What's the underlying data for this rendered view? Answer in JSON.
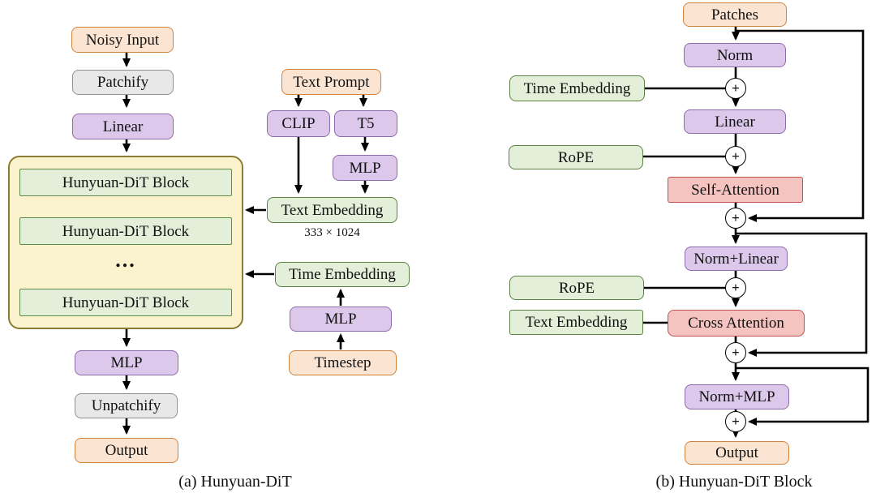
{
  "figure": {
    "caption_a": "(a) Hunyuan-DiT",
    "caption_b": "(b) Hunyuan-DiT Block"
  },
  "symbols": {
    "plus": "+",
    "dots": "..."
  },
  "colors": {
    "orange_fill": "#FBE5D2",
    "orange_border": "#D2823F",
    "gray_fill": "#E8E8E8",
    "gray_border": "#909090",
    "purple_fill": "#DCC8EA",
    "purple_border": "#8E6BAC",
    "green_fill": "#E3EFD9",
    "green_border": "#5B8144",
    "yellow_fill": "#FBF2CE",
    "yellow_border": "#8B7D34",
    "red_fill": "#F5C4C1",
    "red_border": "#C5504B",
    "line": "#000000"
  },
  "panel_a": {
    "noisy_input": "Noisy Input",
    "patchify": "Patchify",
    "linear": "Linear",
    "block": "Hunyuan-DiT Block",
    "mlp_out": "MLP",
    "unpatchify": "Unpatchify",
    "output": "Output",
    "text_prompt": "Text Prompt",
    "clip": "CLIP",
    "t5": "T5",
    "mlp_text": "MLP",
    "text_embedding": "Text Embedding",
    "text_embedding_dims": "333 × 1024",
    "time_embedding": "Time Embedding",
    "mlp_time": "MLP",
    "timestep": "Timestep"
  },
  "panel_b": {
    "patches": "Patches",
    "norm": "Norm",
    "time_embedding": "Time Embedding",
    "linear": "Linear",
    "rope": "RoPE",
    "self_attention": "Self-Attention",
    "norm_linear": "Norm+Linear",
    "text_embedding": "Text Embedding",
    "cross_attention": "Cross Attention",
    "norm_mlp": "Norm+MLP",
    "output": "Output"
  }
}
